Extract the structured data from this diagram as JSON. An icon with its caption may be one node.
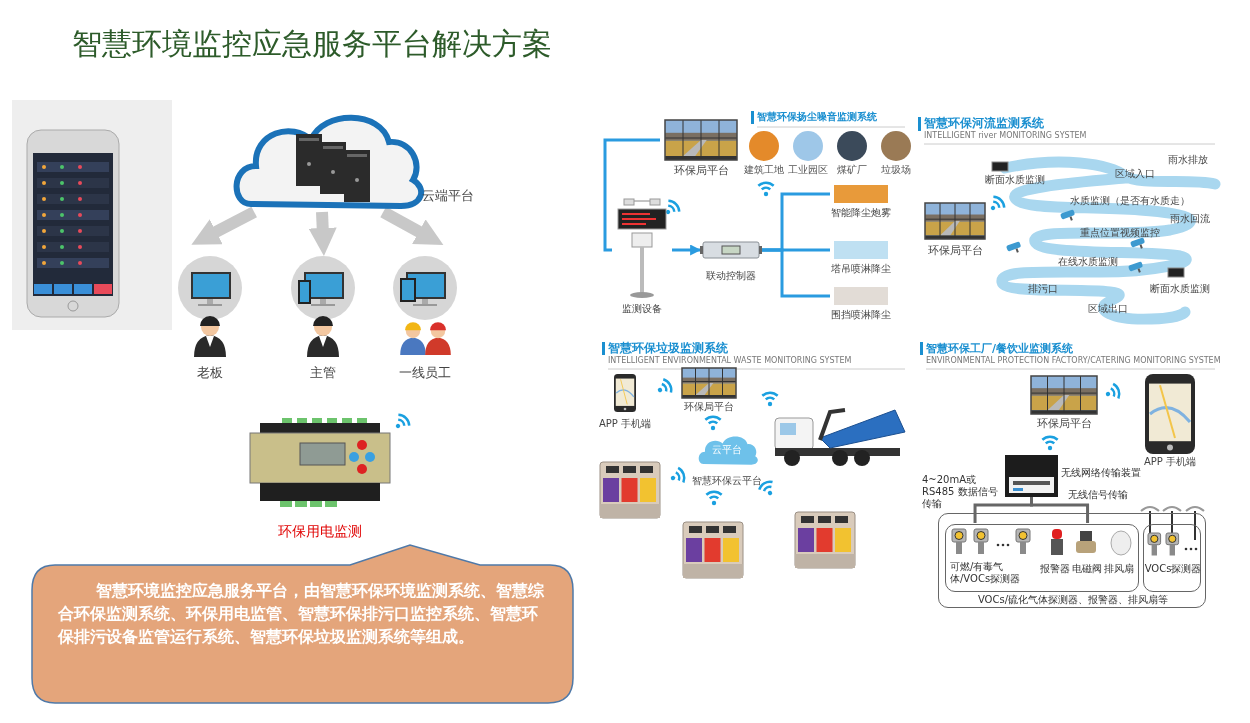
{
  "diagram": {
    "title": "智慧环境监控应急服务平台解决方案",
    "nodes": [
      {
        "text": [
          "云端平台"
        ]
      },
      {
        "text": [
          "老板"
        ]
      },
      {
        "text": [
          "主管"
        ]
      },
      {
        "text": [
          "一线员工"
        ]
      },
      {
        "text": [
          "环保用电监测"
        ]
      },
      {
        "text": [
          "智慧环境监控应急服务平台，由智慧环保环境监测系统、智慧综合环保监测系统、环保用电监管、智慧环保排污口监控系统、智慧环保排污设备监管运行系统、智慧环保垃圾监测系统等组成。"
        ]
      },
      {
        "text": [
          "环保局平台"
        ]
      },
      {
        "text": [
          "监测设备"
        ]
      },
      {
        "text": [
          "联动控制器"
        ]
      },
      {
        "text": [
          "智能降尘炮雾"
        ]
      },
      {
        "text": [
          "塔吊喷淋降尘"
        ]
      },
      {
        "text": [
          "围挡喷淋降尘"
        ]
      },
      {
        "text": [],
        "shape": "box",
        "beside": [
          "无线网络传输装置"
        ]
      },
      {
        "text": [
          "VOCs/硫化气体探测器、报警器、排风扇等"
        ]
      },
      {
        "text": [
          "可燃/有毒气体/VOCs探测器",
          "报警器",
          "电磁阀",
          "排风扇"
        ],
        "in": 13
      },
      {
        "text": [
          "VOCs探测器"
        ],
        "in": 13
      }
    ],
    "edges": [
      {
        "from": 0,
        "to": 1,
        "arrow": "to",
        "style": "thick",
        "color": "#c8c8c8"
      },
      {
        "from": 0,
        "to": 2,
        "arrow": "to",
        "style": "thick",
        "color": "#c8c8c8"
      },
      {
        "from": 0,
        "to": 3,
        "arrow": "to",
        "style": "thick",
        "color": "#c8c8c8"
      },
      {
        "from": 6,
        "to": 7,
        "arrow": "none"
      },
      {
        "from": 7,
        "to": 8,
        "arrow": "to"
      },
      {
        "from": 8,
        "to": 9,
        "arrow": "none"
      },
      {
        "from": 8,
        "to": 10,
        "arrow": "none"
      },
      {
        "from": 8,
        "to": 11,
        "arrow": "none"
      },
      {
        "from": 12,
        "to": 14,
        "arrow": "none",
        "color": "#666666"
      },
      {
        "from": 12,
        "to": 14,
        "arrow": "none",
        "color": "#666666"
      }
    ],
    "labels": [
      "智慧环保扬尘噪音监测系统",
      "建筑工地",
      "工业园区",
      "煤矿厂",
      "垃圾场",
      "智慧环保河流监测系统",
      "INTELLIGENT river MONITORING SYSTEM",
      "环保局平台",
      "雨水排放",
      "区域入口",
      "断面水质监测",
      "水质监测（是否有水质走）",
      "雨水回流",
      "重点位置视频监控",
      "在线水质监测",
      "排污口",
      "断面水质监测",
      "区域出口",
      "智慧环保垃圾监测系统",
      "INTELLIGENT ENVIRONMENTAL WASTE MONITORING SYSTEM",
      "APP 手机端",
      "环保局平台",
      "云平台",
      "智慧环保云平台",
      "智慧环保工厂/餐饮业监测系统",
      "ENVIRONMENTAL PROTECTION FACTORY/CATERING MONITORING SYSTEM",
      "环保局平台",
      "APP 手机端",
      "4~20mA或RS485 数据信号传输",
      "无线信号传输"
    ]
  }
}
